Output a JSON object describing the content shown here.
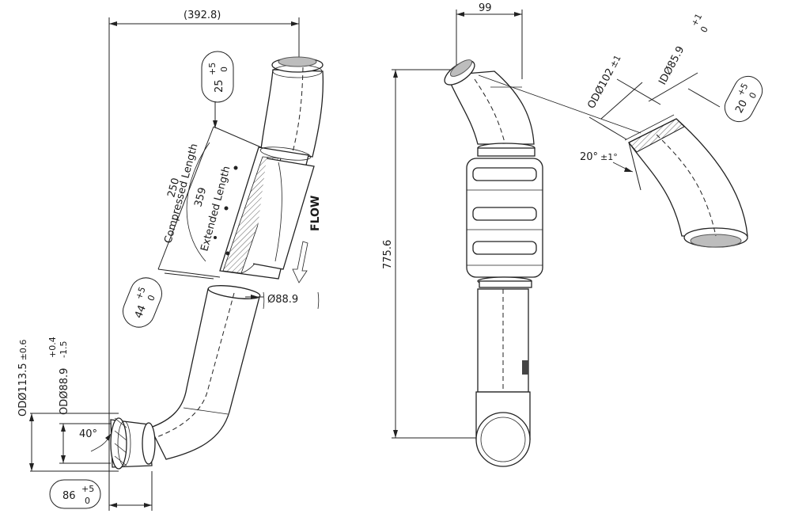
{
  "dims": {
    "top_width": "(392.8)",
    "tol_plus5_a": "+5",
    "tol_zero_a": "0",
    "val_25": "25",
    "compressed_val": "250",
    "compressed_label": "Compressed Length",
    "extended_val": "359",
    "extended_label": "Extended Length",
    "flow_label": "FLOW",
    "val_44": "44",
    "tol_plus5_b": "+5",
    "tol_zero_b": "0",
    "dia_889": "Ø88.9",
    "od_1135_prefix": "ODØ",
    "od_1135_val": "113.5",
    "od_1135_tol": "±0.6",
    "od_889_prefix": "ODØ",
    "od_889_val": "88.9",
    "od_889_tol_plus": "+0.4",
    "od_889_tol_minus": "-1.5",
    "angle_40": "40°",
    "val_86": "86",
    "tol_plus5_c": "+5",
    "tol_zero_c": "0",
    "val_99": "99",
    "height_7756": "775.6",
    "od_102_prefix": "ODØ",
    "od_102_val": "102",
    "od_102_tol": "±1",
    "id_859_prefix": "IDØ",
    "id_859_val": "85.9",
    "id_859_tol_plus": "+1",
    "id_859_tol_zero": "0",
    "val_20": "20",
    "tol_plus5_d": "+5",
    "tol_zero_d": "0",
    "angle_20": "20°",
    "angle_20_tol": "±1°"
  }
}
